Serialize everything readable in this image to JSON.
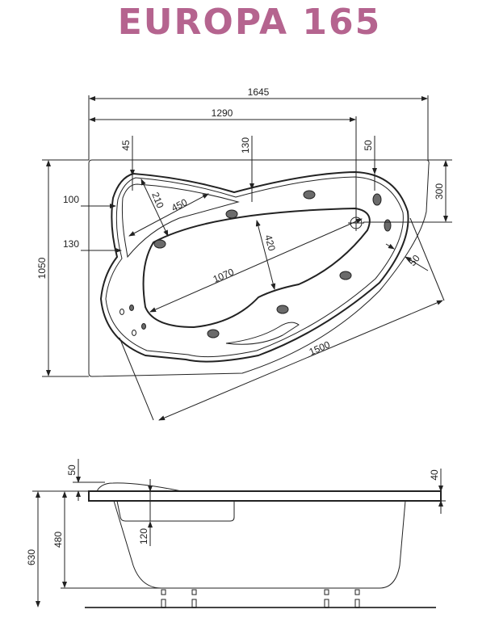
{
  "title": "EUROPA 165",
  "top_view": {
    "dimensions": {
      "overall_length": "1645",
      "drain_offset_length": "1290",
      "overall_width": "1050",
      "drain_offset_width": "300",
      "headrest_offset": "45",
      "notch_offset": "130",
      "right_rim_offset": "50",
      "left_rim_offset_top": "100",
      "left_rim_offset_bottom": "130",
      "headrest_depth": "210",
      "headrest_length": "450",
      "basin_width": "420",
      "basin_length": "1070",
      "diagonal_length": "1500",
      "rim_width": "50"
    }
  },
  "side_view": {
    "dimensions": {
      "total_height": "630",
      "tub_height": "480",
      "headrest_height": "50",
      "rim_thickness": "40",
      "seat_depth": "120"
    }
  }
}
